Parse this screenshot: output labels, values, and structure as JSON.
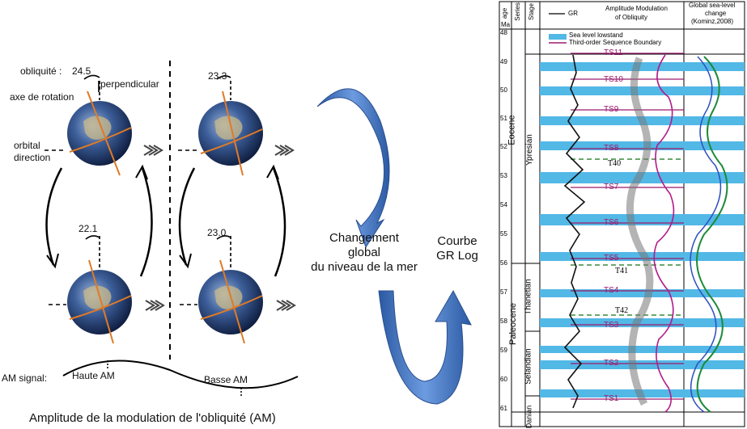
{
  "left_panel": {
    "obliquity_label": "obliquité :",
    "angle_top_left": "24.5",
    "angle_top_right": "23.3",
    "angle_bottom_left": "22.1",
    "angle_bottom_right": "23.0",
    "perpendicular": "perpendicular",
    "rotation_axis": "axe de rotation",
    "orbital_direction_line1": "orbital",
    "orbital_direction_line2": "direction",
    "am_signal": "AM signal:",
    "high_am": "Haute AM",
    "low_am": "Basse AM",
    "caption": "Amplitude de la modulation de l'obliquité (AM)"
  },
  "middle_panel": {
    "sea_level_line1": "Changement",
    "sea_level_line2": "global",
    "sea_level_line3": "du niveau de la mer",
    "gr_curve_line1": "Courbe",
    "gr_curve_line2": "GR Log"
  },
  "right_panel": {
    "col_age": "age",
    "col_ma": "Ma",
    "col_series": "Series",
    "col_stage": "Stage",
    "legend_gr": "GR",
    "col_am_line1": "Amplitude Modulation",
    "col_am_line2": "of Obliquity",
    "col_sl_line1": "Global sea-level",
    "col_sl_line2": "change",
    "col_sl_line3": "(Kominz,2008)",
    "legend_lowstand": "Sea level lowstand",
    "legend_boundary": "Third-order Sequence Boundary",
    "ages": [
      "48",
      "49",
      "50",
      "51",
      "52",
      "53",
      "54",
      "55",
      "56",
      "57",
      "58",
      "59",
      "60",
      "61"
    ],
    "series": [
      "Eocene",
      "Paleocene"
    ],
    "stages": [
      "Ypresian",
      "Thanetian",
      "Selandian",
      "Danian"
    ],
    "sequence_boundaries": [
      "TS11",
      "TS10",
      "TS9",
      "TS8",
      "TS7",
      "TS6",
      "TS5",
      "TS4",
      "TS3",
      "TS2",
      "TS1"
    ],
    "dashed_markers": [
      "T40",
      "T41",
      "T42"
    ],
    "colors": {
      "lowstand": "#52b8e6",
      "boundary": "#9b1a6e",
      "arrow": "#3d6fb8"
    }
  }
}
